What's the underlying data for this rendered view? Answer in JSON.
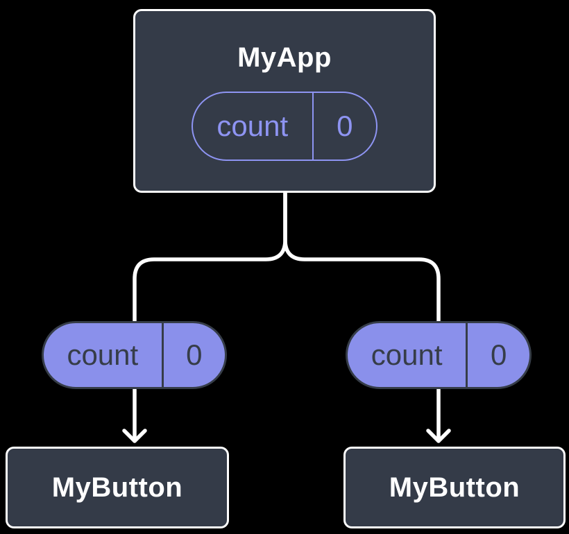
{
  "diagram": {
    "type": "component-tree",
    "colors": {
      "background": "#000000",
      "node_fill": "#343B48",
      "node_border": "#FFFFFF",
      "node_text": "#FFFFFF",
      "pill_fill": "#8A90EB",
      "pill_outline": "#8E94F2",
      "pill_dark_text": "#363D48",
      "connector": "#FFFFFF"
    },
    "root": {
      "title": "MyApp",
      "state_pill": {
        "label": "count",
        "value": "0"
      }
    },
    "children": [
      {
        "title": "MyButton",
        "props_pill": {
          "label": "count",
          "value": "0"
        }
      },
      {
        "title": "MyButton",
        "props_pill": {
          "label": "count",
          "value": "0"
        }
      }
    ]
  }
}
